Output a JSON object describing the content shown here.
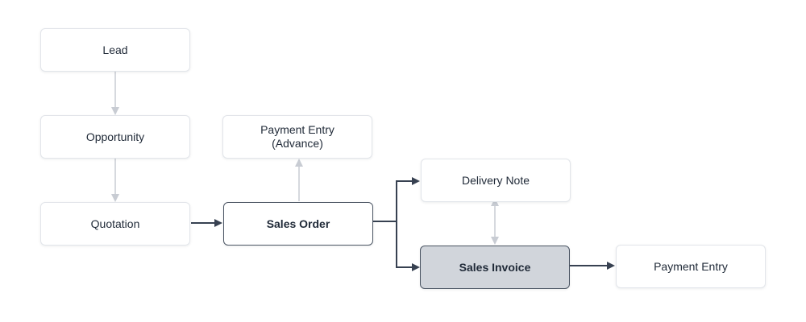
{
  "nodes": {
    "lead": "Lead",
    "opportunity": "Opportunity",
    "quotation": "Quotation",
    "payment_entry_advance_line1": "Payment Entry",
    "payment_entry_advance_line2": "(Advance)",
    "sales_order": "Sales Order",
    "delivery_note": "Delivery Note",
    "sales_invoice": "Sales Invoice",
    "payment_entry": "Payment Entry"
  },
  "colors": {
    "primary_connector": "#374151",
    "secondary_connector": "#c8ccd3",
    "current_node_fill": "#d1d5db",
    "node_border": "#e2e5ea"
  }
}
